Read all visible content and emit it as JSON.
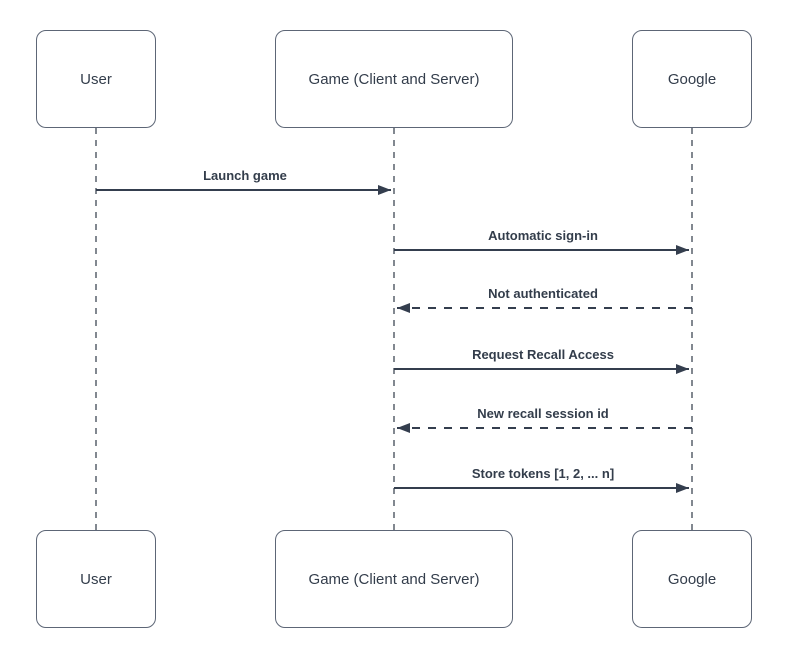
{
  "diagram": {
    "type": "uml-sequence-diagram",
    "actors": [
      {
        "id": "user",
        "label": "User"
      },
      {
        "id": "game",
        "label": "Game (Client and Server)"
      },
      {
        "id": "google",
        "label": "Google"
      }
    ],
    "messages": [
      {
        "from": "User",
        "to": "Game (Client and Server)",
        "label": "Launch game",
        "line": "solid",
        "direction": "right"
      },
      {
        "from": "Game (Client and Server)",
        "to": "Google",
        "label": "Automatic sign-in",
        "line": "solid",
        "direction": "right"
      },
      {
        "from": "Google",
        "to": "Game (Client and Server)",
        "label": "Not authenticated",
        "line": "dashed",
        "direction": "left"
      },
      {
        "from": "Game (Client and Server)",
        "to": "Google",
        "label": "Request Recall Access",
        "line": "solid",
        "direction": "right"
      },
      {
        "from": "Google",
        "to": "Game (Client and Server)",
        "label": "New recall session id",
        "line": "dashed",
        "direction": "left"
      },
      {
        "from": "Game (Client and Server)",
        "to": "Google",
        "label": "Store tokens [1, 2, ... n]",
        "line": "solid",
        "direction": "right"
      }
    ],
    "colors": {
      "background": "#ffffff",
      "box_fill": "#ffffff",
      "box_border": "#5d6676",
      "lifeline": "#3f4854",
      "arrow": "#343e4e",
      "text": "#333d4b"
    }
  }
}
